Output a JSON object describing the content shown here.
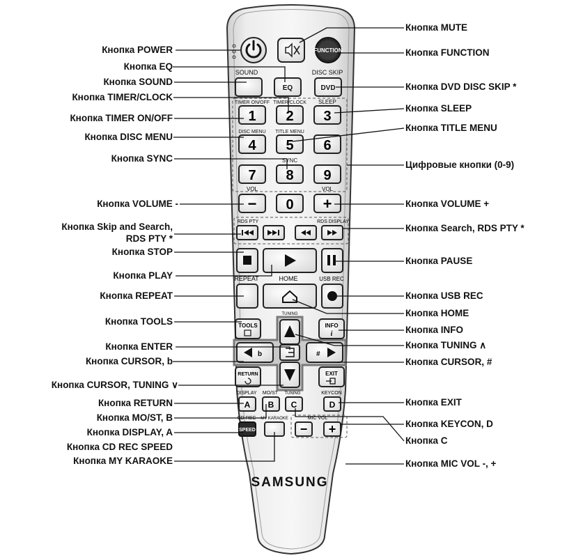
{
  "remote": {
    "brand": "SAMSUNG",
    "captions": {
      "sound": "SOUND",
      "disc_skip": "DISC SKIP",
      "timer_on_off": "TIMER ON/OFF",
      "timer_clock": "TIMER/CLOCK",
      "sleep": "SLEEP",
      "disc_menu": "DISC MENU",
      "title_menu": "TITLE MENU",
      "sync": "SYNC",
      "vol": "VOL",
      "rds_pty": "RDS PTY",
      "rds_display": "RDS DISPLAY",
      "repeat": "REPEAT",
      "home": "HOME",
      "usb_rec": "USB REC",
      "tuning_up": "TUNING",
      "display": "DISPLAY",
      "mo_st": "MO/ST",
      "tuning_down": "TUNING",
      "keycon": "KEYCON",
      "cd_rec": "CD REC",
      "my_karaoke": "MY KARAOKE",
      "mic_vol": "MIC VOL"
    },
    "buttons": {
      "function": "FUNCTION",
      "eq": "EQ",
      "dvd": "DVD",
      "digits": [
        "1",
        "2",
        "3",
        "4",
        "5",
        "6",
        "7",
        "8",
        "9",
        "0"
      ],
      "vol_minus": "−",
      "vol_plus": "+",
      "tools": "TOOLS",
      "info": "INFO",
      "info_i": "i",
      "return": "RETURN",
      "exit": "EXIT",
      "a": "A",
      "b": "B",
      "c": "C",
      "d": "D",
      "speed": "SPEED",
      "mic_minus": "−",
      "mic_plus": "+"
    }
  },
  "labels_left": [
    "Кнопка POWER",
    "Кнопка EQ",
    "Кнопка SOUND",
    "Кнопка TIMER/CLOCK",
    "Кнопка TIMER ON/OFF",
    "Кнопка DISC MENU",
    "Кнопка SYNC",
    "Кнопка VOLUME -",
    "Кнопка Skip and Search,",
    "RDS PTY *",
    "Кнопка STOP",
    "Кнопка PLAY",
    "Кнопка REPEAT",
    "Кнопка TOOLS",
    "Кнопка ENTER",
    "Кнопка CURSOR, b",
    "Кнопка CURSOR, TUNING ∨",
    "Кнопка RETURN",
    "Кнопка DISPLAY, A",
    "Кнопка MO/ST, B",
    "Кнопка CD REC SPEED",
    "Кнопка MY KARAOKE"
  ],
  "labels_right": [
    "Кнопка MUTE",
    "Кнопка FUNCTION",
    "Кнопка DVD DISC SKIP *",
    "Кнопка SLEEP",
    "Кнопка TITLE MENU",
    "Цифровые кнопки (0-9)",
    "Кнопка VOLUME +",
    "Кнопка  Search, RDS PTY *",
    "Кнопка PAUSE",
    "Кнопка USB REC",
    "Кнопка HOME",
    "Кнопка INFO",
    "Кнопка TUNING ∧",
    "Кнопка CURSOR, #",
    "Кнопка EXIT",
    "Кнопка KEYCON, D",
    "Кнопка C",
    "Кнопка MIC VOL -, +"
  ]
}
